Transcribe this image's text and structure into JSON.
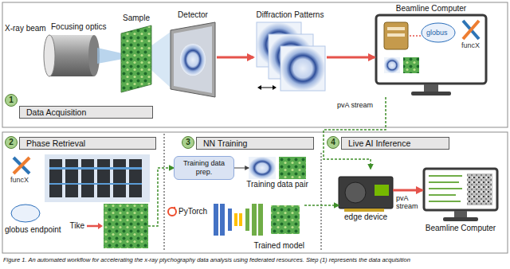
{
  "diagram": {
    "caption": "Figure 1. An automated workflow for accelerating the x-ray ptychography data analysis using federated resources. Step (1) represents the data acquisition",
    "nodes": [
      {
        "text": [
          "1"
        ]
      },
      {
        "text": [
          "Data Acquisition"
        ]
      },
      {
        "text": [
          "Sample"
        ]
      },
      {
        "text": [
          "Detector"
        ]
      },
      {
        "text": [
          "Diffraction Patterns"
        ]
      },
      {
        "text": [
          "Beamline Computer"
        ]
      },
      {
        "text": [
          "2"
        ]
      },
      {
        "text": [
          "Phase Retrieval"
        ]
      },
      {
        "text": [
          "Tike"
        ]
      },
      {
        "text": [
          "3"
        ]
      },
      {
        "text": [
          "NN Training"
        ]
      },
      {
        "text": [
          "Training data prep."
        ]
      },
      {
        "text": [
          "Training data pair"
        ]
      },
      {
        "text": [
          "Trained model"
        ]
      },
      {
        "text": [
          "4"
        ]
      },
      {
        "text": [
          "Live AI Inference"
        ]
      },
      {
        "text": [
          "edge device"
        ]
      },
      {
        "text": [
          "Beamline Computer"
        ]
      }
    ],
    "edges": [
      {
        "from": 3,
        "to": 4,
        "arrow": "to"
      },
      {
        "from": 4,
        "to": 5,
        "arrow": "to"
      },
      {
        "from": 5,
        "to": 16,
        "label": "pvA stream",
        "arrow": "to"
      },
      {
        "from": 8,
        "to": 11,
        "arrow": "to"
      },
      {
        "from": 11,
        "to": 12,
        "arrow": "to"
      },
      {
        "from": 13,
        "to": 16,
        "arrow": "to"
      },
      {
        "from": 16,
        "to": 17,
        "label": "pvA stream",
        "arrow": "to"
      }
    ],
    "labels": [
      "X-ray beam",
      "Focusing optics",
      "globus",
      "funcX",
      "funcX",
      "globus endpoint",
      "PyTorch"
    ]
  }
}
